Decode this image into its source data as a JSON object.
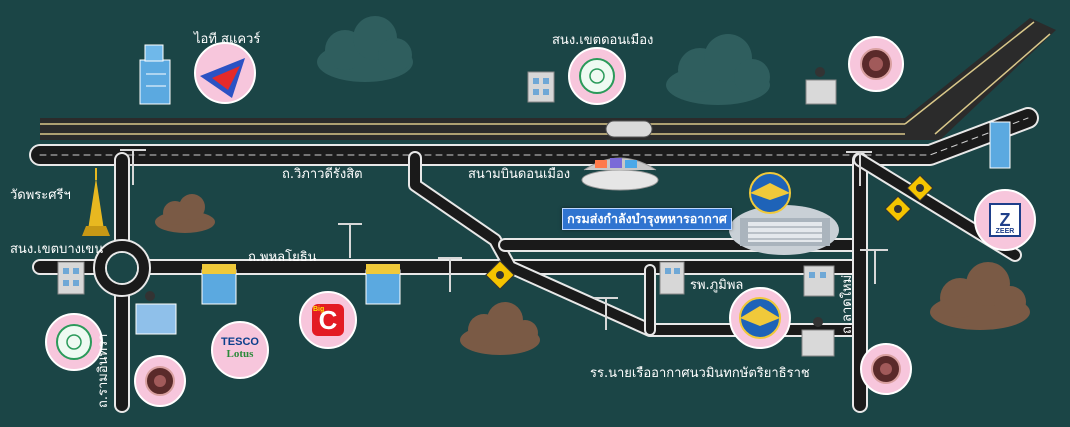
{
  "map": {
    "background_color": "#1b4546",
    "road_color": "#1a1a1a",
    "road_edge_color": "#e8e8e8",
    "cloud_color": "#2f5e5e",
    "brown_cloud_color": "#7a5a45",
    "marker_color": "#f7c6dc"
  },
  "labels": {
    "it_square": "ไอที สแควร์",
    "sanong_don_mueang": "สนง.เขตดอนเมือง",
    "road_vibhavadi": "ถ.วิภาวดีรังสิต",
    "don_mueang_airport": "สนามบินดอนเมือง",
    "wat_phra_si": "วัดพระศรีฯ",
    "sanong_bang_khen": "สนง.เขตบางเขน",
    "road_phahonyothin": "ถ.พหลโยธิน",
    "hq_support": "กรมส่งกำลังบำรุงทหารอากาศ",
    "bhumibol_hospital": "รพ.ภูมิพล",
    "school_navy_air": "รร.นายเรืออากาศนวมินทกษัตริยาธิราช",
    "road_ram_intra": "ถ.รามอินทรา",
    "road_lat_phrao_nai": "ถ.ลาดใหม่"
  },
  "logos": {
    "tesco_line1": "TESCO",
    "tesco_line2": "Lotus",
    "big_c": "C",
    "big_c_small": "Big",
    "zeer": "ZEER"
  },
  "icons": [
    "it-square-building-icon",
    "it-square-logo-icon",
    "district-office-building-icon",
    "district-seal-icon",
    "police-station-icon",
    "police-badge-icon",
    "airport-terminal-icon",
    "air-force-emblem-icon",
    "hq-building-complex-icon",
    "pagoda-icon",
    "fuel-station-icon",
    "street-lamp-icon",
    "hospital-building-icon",
    "shopping-mall-icon",
    "cloud-icon"
  ]
}
